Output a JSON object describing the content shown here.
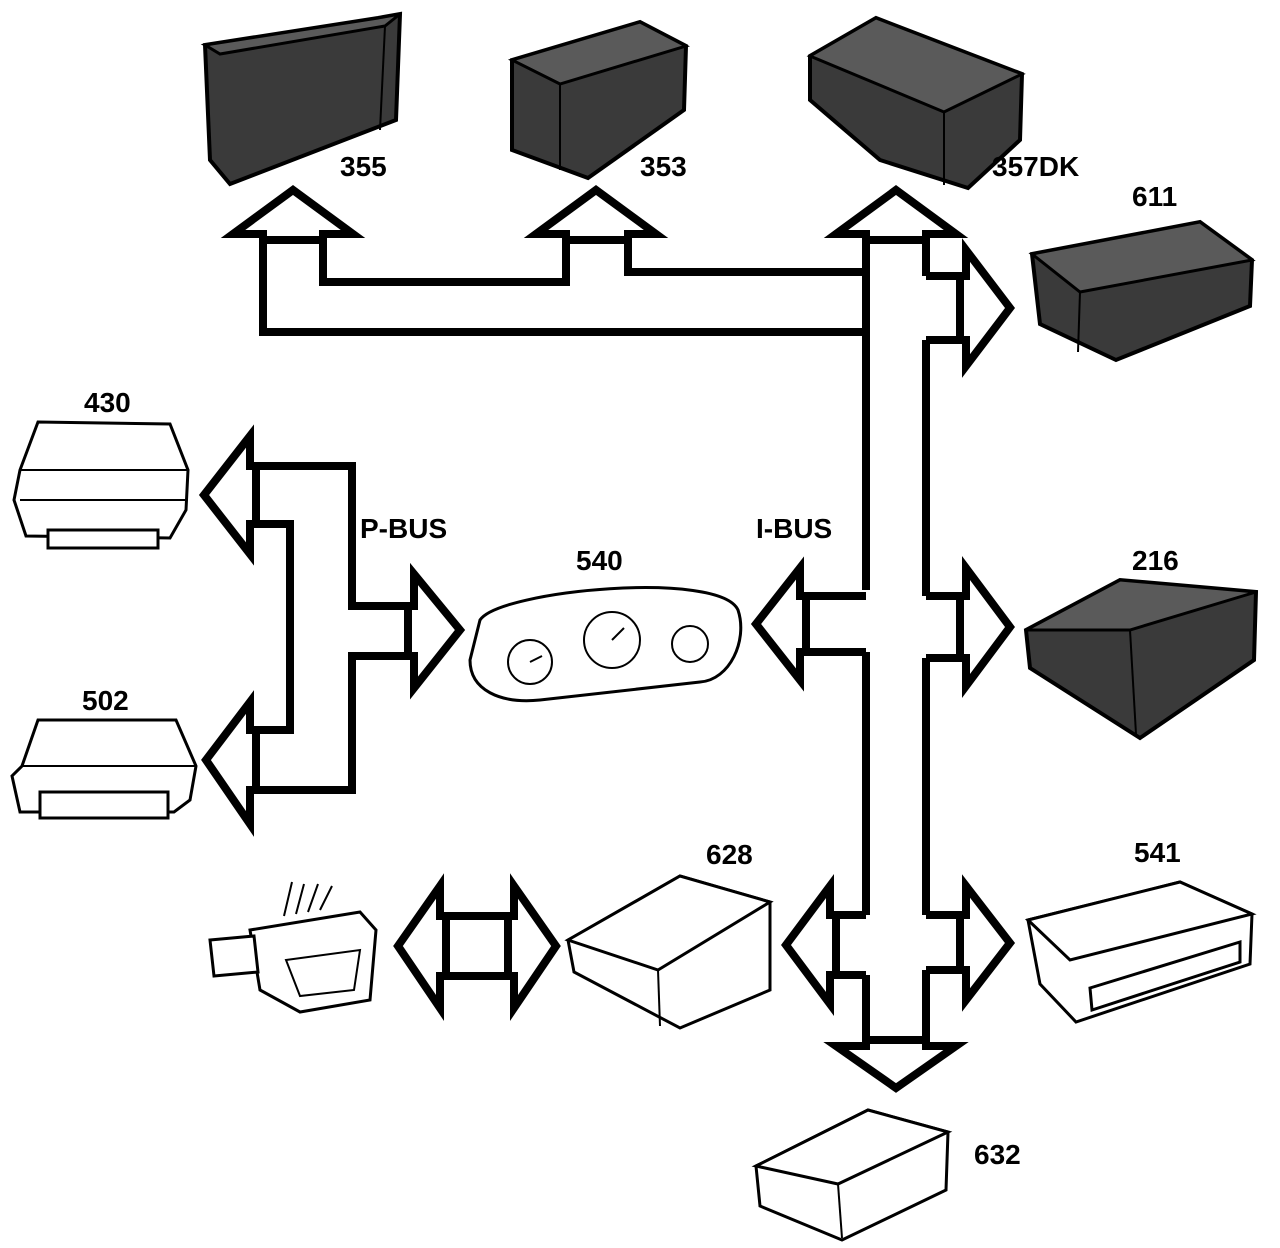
{
  "diagram": {
    "modules": [
      {
        "id": "355"
      },
      {
        "id": "353"
      },
      {
        "id": "357DK"
      },
      {
        "id": "611"
      },
      {
        "id": "430"
      },
      {
        "id": "502"
      },
      {
        "id": "540"
      },
      {
        "id": "216"
      },
      {
        "id": "628"
      },
      {
        "id": "541"
      },
      {
        "id": "632"
      }
    ],
    "buses": {
      "p_bus": "P-BUS",
      "i_bus": "I-BUS"
    },
    "colors": {
      "ink": "#000000",
      "paper": "#ffffff",
      "module_dark": "#3a3a3a"
    }
  }
}
